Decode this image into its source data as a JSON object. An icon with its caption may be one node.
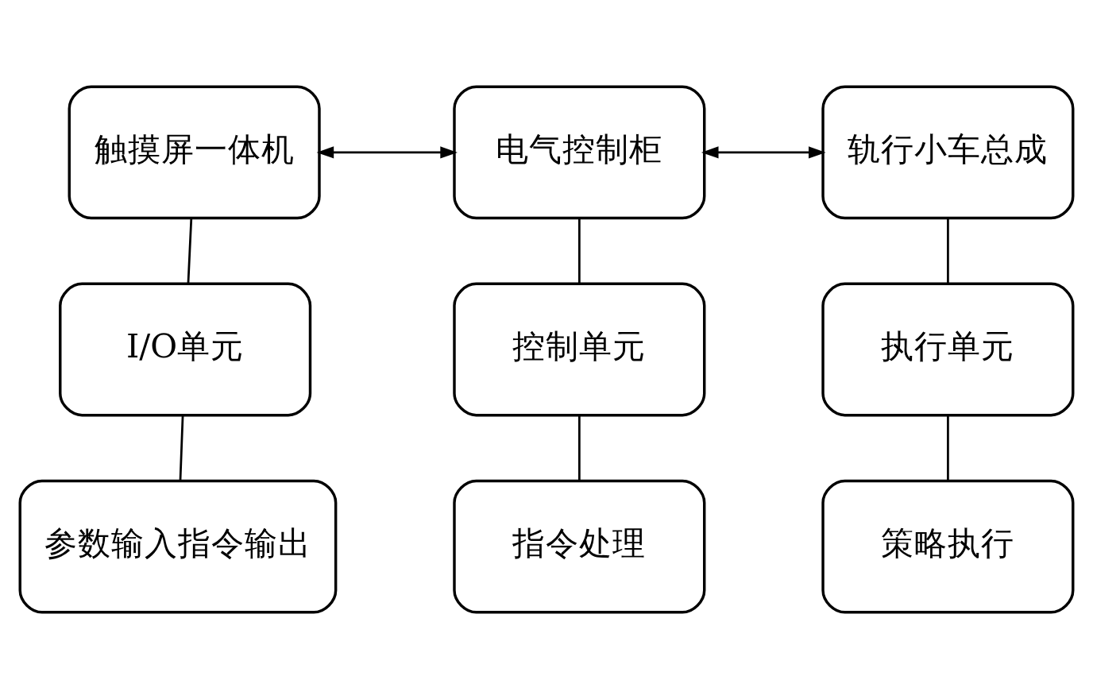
{
  "diagram": {
    "nodes": [
      {
        "text": [
          "触摸屏一体机"
        ]
      },
      {
        "text": [
          "电气控制柜"
        ]
      },
      {
        "text": [
          "轨行小车总成"
        ]
      },
      {
        "text": [
          "I/O单元"
        ]
      },
      {
        "text": [
          "控制单元"
        ]
      },
      {
        "text": [
          "执行单元"
        ]
      },
      {
        "text": [
          "参数输入指令输出"
        ]
      },
      {
        "text": [
          "指令处理"
        ]
      },
      {
        "text": [
          "策略执行"
        ]
      }
    ],
    "edges": [
      {
        "from": 0,
        "to": 1,
        "arrow": "both"
      },
      {
        "from": 1,
        "to": 2,
        "arrow": "both"
      },
      {
        "from": 0,
        "to": 3,
        "arrow": "none"
      },
      {
        "from": 3,
        "to": 6,
        "arrow": "none"
      },
      {
        "from": 1,
        "to": 4,
        "arrow": "none"
      },
      {
        "from": 4,
        "to": 7,
        "arrow": "none"
      },
      {
        "from": 2,
        "to": 5,
        "arrow": "none"
      },
      {
        "from": 5,
        "to": 8,
        "arrow": "none"
      }
    ]
  }
}
